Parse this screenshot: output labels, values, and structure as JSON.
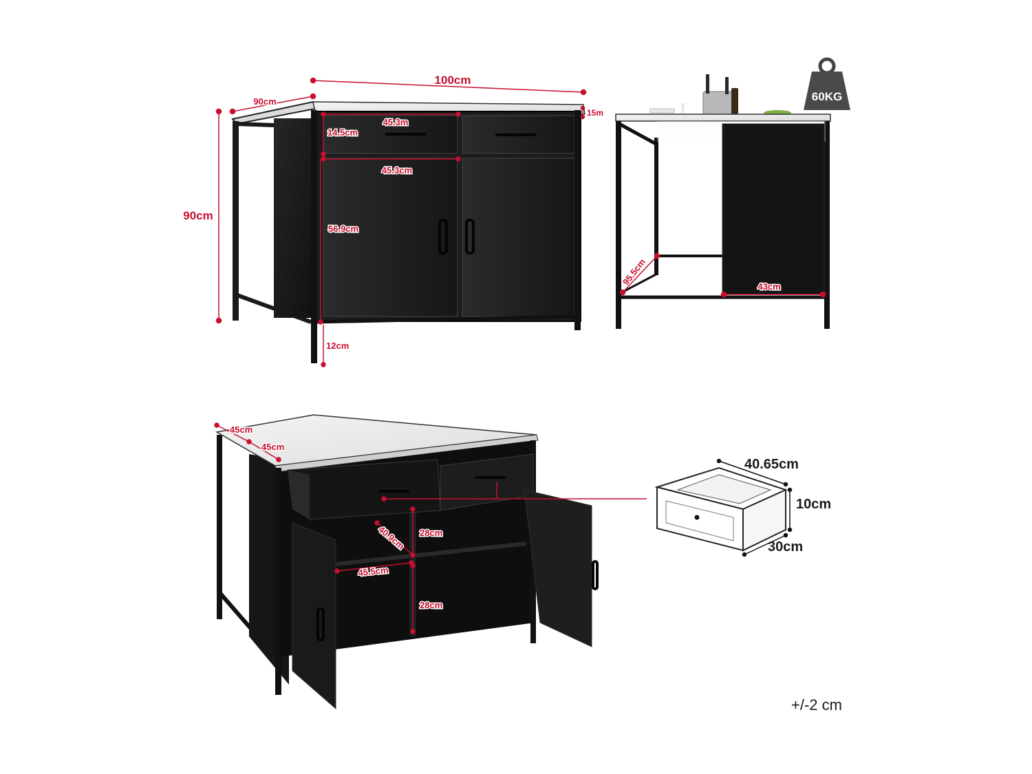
{
  "front_view": {
    "width": "100cm",
    "depth": "90cm",
    "height": "90cm",
    "top_thickness": "15m",
    "drawer_width": "45.3m",
    "drawer_height": "14.5cm",
    "door_width": "45.3cm",
    "door_height": "56.9cm",
    "leg_height": "12cm"
  },
  "side_view": {
    "weight_capacity": "60KG",
    "diagonal": "95.5cm",
    "cabinet_depth": "43cm"
  },
  "open_view": {
    "top_depth_a": "45cm",
    "top_depth_b": "45cm",
    "shelf_depth": "40.9cm",
    "shelf_width": "45.5cm",
    "upper_compartment": "28cm",
    "lower_compartment": "28cm"
  },
  "drawer_detail": {
    "width": "40.65cm",
    "height": "10cm",
    "depth": "30cm"
  },
  "tolerance": "+/-2 cm",
  "colors": {
    "dimension_red": "#c8102e",
    "cabinet_black": "#1c1c1c"
  }
}
